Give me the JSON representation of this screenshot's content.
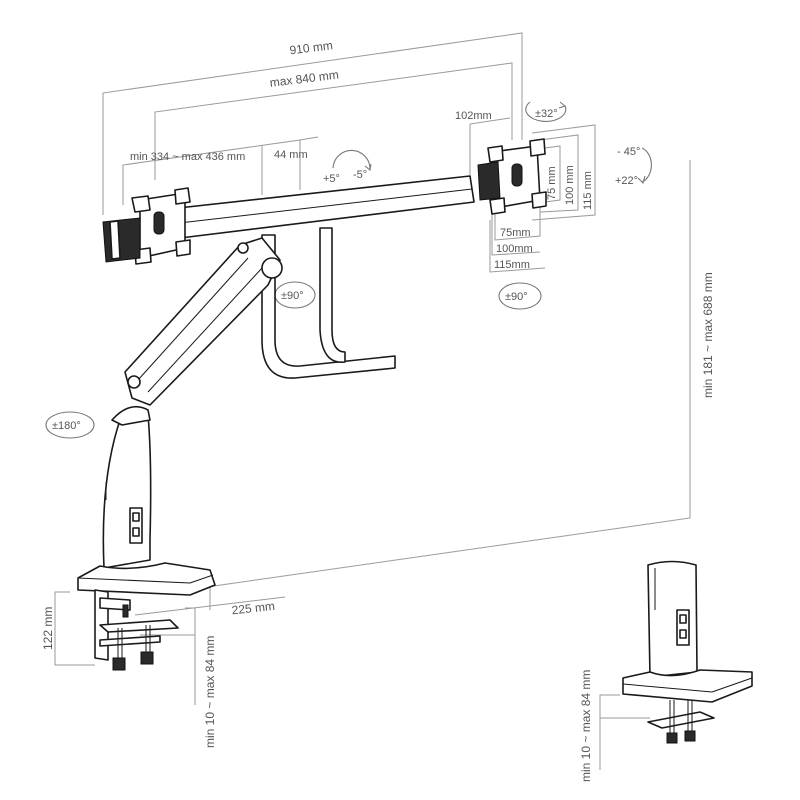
{
  "dimensions": {
    "overall_width": "910 mm",
    "max_width": "max 840 mm",
    "offset_102": "102mm",
    "arm_length": "min 334 ~ max 436 mm",
    "bar_height": "44 mm",
    "vesa_75_v": "75 mm",
    "vesa_100_v": "100 mm",
    "vesa_115_v": "115 mm",
    "vesa_75_h": "75mm",
    "vesa_100_h": "100mm",
    "vesa_115_h": "115mm",
    "height_range": "min 181 ~ max 688 mm",
    "base_depth": "225 mm",
    "clamp_height": "122 mm",
    "desk_thickness_clamp": "min 10 ~ max 84 mm",
    "desk_thickness_grommet": "min 10 ~ max 84 mm"
  },
  "rotations": {
    "swivel_top": "±32°",
    "tilt_plus": "+5°",
    "tilt_minus": "-5°",
    "tilt_up": "- 45°",
    "tilt_down": "+22°",
    "rotate_bar": "±90°",
    "rotate_screen": "±90°",
    "pole_rotation": "±180°"
  },
  "colors": {
    "line": "#1a1a1a",
    "dimension": "#9a9a9a",
    "text": "#555555"
  }
}
